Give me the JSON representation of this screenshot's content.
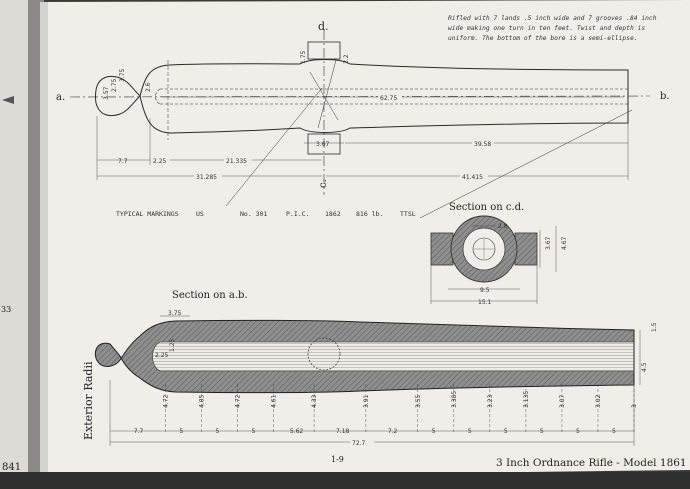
{
  "note": {
    "lines": [
      "Rifled with 7 lands .5 inch wide and 7 grooves .84 inch",
      "wide making one turn in ten feet.  Twist and depth is",
      "uniform.  The bottom of the bore is a semi-ellipse."
    ]
  },
  "top_view": {
    "axis_a": "a.",
    "axis_b": "b.",
    "axis_c_top": "d.",
    "axis_c_bottom": "c.",
    "bore_length": "62.75",
    "trunnion_dia": "3.67",
    "muzzle_len": "39.58",
    "breech_dim": "7.7",
    "breech_dim2": "2.25",
    "to_trunnion": "21.335",
    "overall_left": "31.285",
    "overall_right": "41.415",
    "knob_dims": [
      "3.57",
      "2.75",
      "3.75"
    ],
    "vertical_dims": [
      "2.6",
      "1.75",
      "2.2"
    ]
  },
  "markings": {
    "label": "TYPICAL MARKINGS",
    "items": [
      "US",
      "No. 301",
      "P.I.C.",
      "1862",
      "816 lb.",
      "TTSL"
    ]
  },
  "section_cd": {
    "title": "Section on c.d.",
    "dims": [
      "2.8",
      "3.67",
      "4.67",
      "9.5",
      "15.1"
    ]
  },
  "section_ab": {
    "title": "Section on a.b.",
    "dims_top": [
      "3.75",
      "2.25",
      "1.25"
    ],
    "muzzle_dims": [
      "4.5",
      "1.5"
    ]
  },
  "exterior_radii": {
    "label": "Exterior Radii",
    "radii": [
      "4.72",
      "4.85",
      "4.72",
      "4.61",
      "4.33",
      "3.91",
      "3.55",
      "3.385",
      "3.23",
      "3.135",
      "3.07",
      "3.02",
      "3"
    ],
    "segments": [
      "7.7",
      "5",
      "5",
      "5",
      "5.62",
      "7.18",
      "7.2",
      "5",
      "5",
      "5",
      "5",
      "5",
      "5"
    ],
    "total": "72.7"
  },
  "page": {
    "number": "1-9",
    "title": "3 Inch Ordnance Rifle - Model 1861",
    "left_edge": [
      "33",
      "841"
    ]
  }
}
